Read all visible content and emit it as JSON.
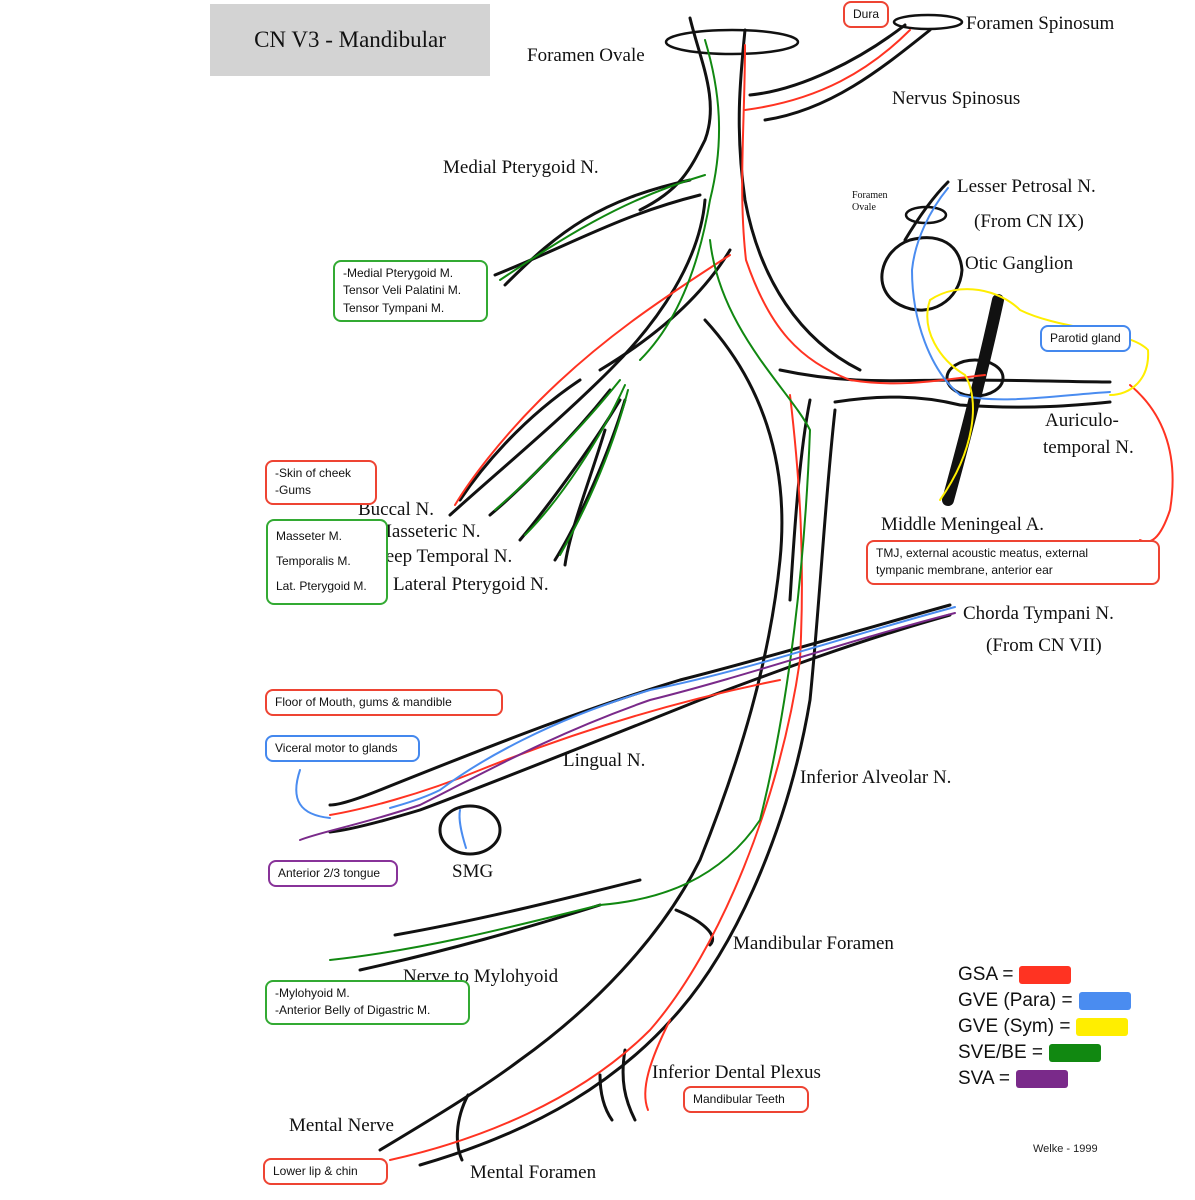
{
  "title": "CN V3 - Mandibular",
  "colors": {
    "GSA": "#ff3322",
    "GVE_para": "#4a8cf0",
    "GVE_sym": "#ffee00",
    "SVE_BE": "#118811",
    "SVA": "#7a2a8a",
    "nerve_outline": "#111111"
  },
  "labels": {
    "foramen_ovale": "Foramen Ovale",
    "foramen_spinosum": "Foramen Spinosum",
    "nervus_spinosus": "Nervus Spinosus",
    "medial_pterygoid_n": "Medial Pterygoid N.",
    "lesser_petrosal_n": "Lesser Petrosal N.",
    "from_cn_ix": "(From CN IX)",
    "foramen_ovale_small": "Foramen Ovale",
    "otic_ganglion": "Otic Ganglion",
    "auriculo": "Auriculo-",
    "temporal_n": "temporal N.",
    "middle_meningeal_a": "Middle Meningeal A.",
    "buccal_n": "Buccal N.",
    "masseteric_n": "Masseteric N.",
    "deep_temporal_n": "Deep Temporal N.",
    "lateral_pterygoid_n": "Lateral Pterygoid N.",
    "chorda_tympani_n": "Chorda Tympani N.",
    "from_cn_vii": "(From CN VII)",
    "lingual_n": "Lingual N.",
    "inferior_alveolar_n": "Inferior Alveolar N.",
    "smg": "SMG",
    "mandibular_foramen": "Mandibular Foramen",
    "nerve_to_mylohyoid": "Nerve to Mylohyoid",
    "inferior_dental_plexus": "Inferior Dental Plexus",
    "mental_nerve": "Mental Nerve",
    "mental_foramen": "Mental Foramen"
  },
  "boxes": {
    "dura": "Dura",
    "medial_pterygoid_targets": [
      "-Medial Pterygoid M.",
      "Tensor Veli Palatini M.",
      "Tensor Tympani M."
    ],
    "parotid_gland": "Parotid gland",
    "skin_cheek": [
      "-Skin of cheek",
      "-Gums"
    ],
    "muscles": [
      "Masseter M.",
      "Temporalis M.",
      "Lat. Pterygoid M."
    ],
    "tmj": [
      "TMJ, external acoustic meatus, external",
      "tympanic membrane, anterior ear"
    ],
    "floor_mouth": "Floor of Mouth, gums & mandible",
    "visceral_motor": "Viceral motor to glands",
    "anterior_tongue": "Anterior 2/3 tongue",
    "mylohyoid": [
      "-Mylohyoid M.",
      "-Anterior Belly of Digastric M."
    ],
    "mandibular_teeth": "Mandibular Teeth",
    "lower_lip": "Lower lip & chin"
  },
  "legend": [
    {
      "label": "GSA =",
      "color": "#ff3322"
    },
    {
      "label": "GVE (Para) =",
      "color": "#4a8cf0"
    },
    {
      "label": "GVE (Sym) =",
      "color": "#ffee00"
    },
    {
      "label": "SVE/BE =",
      "color": "#118811"
    },
    {
      "label": "SVA =",
      "color": "#7a2a8a"
    }
  ],
  "credit": "Welke - 1999"
}
